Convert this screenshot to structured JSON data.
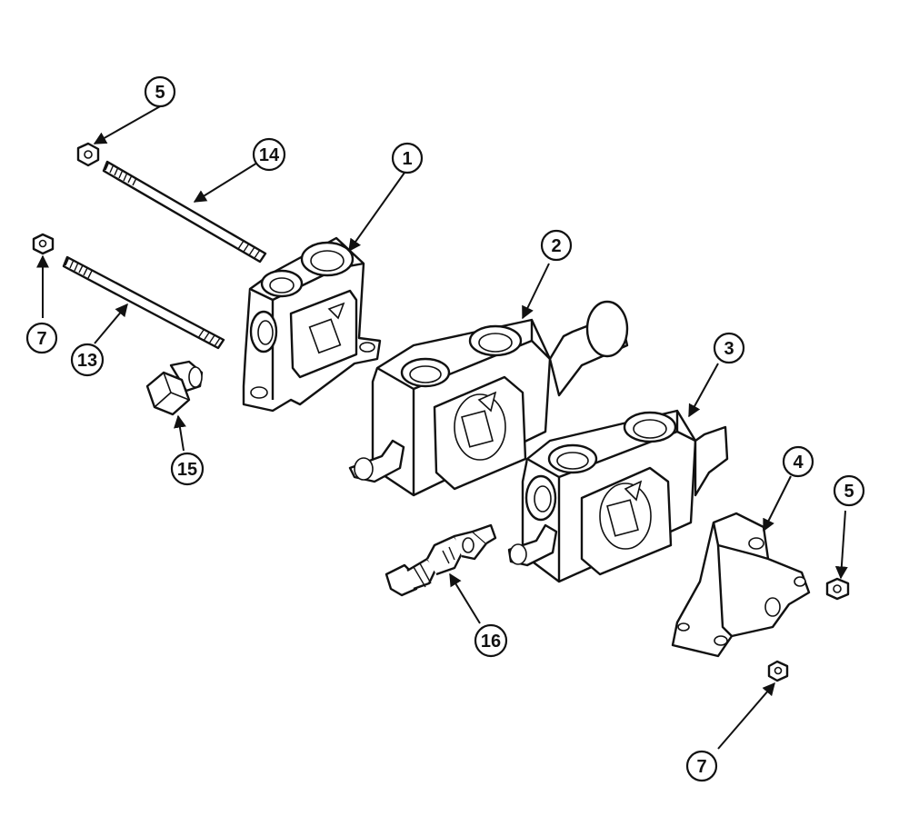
{
  "callouts": [
    {
      "id": "c1",
      "label": "1"
    },
    {
      "id": "c2",
      "label": "2"
    },
    {
      "id": "c3",
      "label": "3"
    },
    {
      "id": "c4",
      "label": "4"
    },
    {
      "id": "c5a",
      "label": "5"
    },
    {
      "id": "c5b",
      "label": "5"
    },
    {
      "id": "c7a",
      "label": "7"
    },
    {
      "id": "c7b",
      "label": "7"
    },
    {
      "id": "c13",
      "label": "13"
    },
    {
      "id": "c14",
      "label": "14"
    },
    {
      "id": "c15",
      "label": "15"
    },
    {
      "id": "c16",
      "label": "16"
    }
  ],
  "colors": {
    "ink": "#111111",
    "paper": "#ffffff"
  }
}
